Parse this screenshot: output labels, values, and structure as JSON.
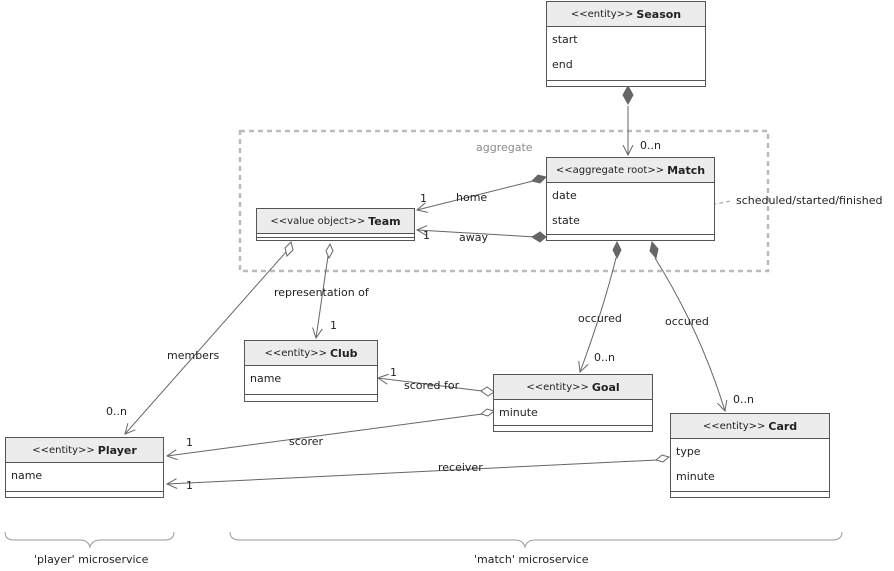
{
  "aggregate_label": "aggregate",
  "classes": {
    "season": {
      "stereotype": "<<entity>>",
      "name": "Season",
      "attributes": [
        "start",
        "end"
      ]
    },
    "match": {
      "stereotype": "<<aggregate root>>",
      "name": "Match",
      "attributes": [
        "date",
        "state"
      ]
    },
    "team": {
      "stereotype": "<<value object>>",
      "name": "Team",
      "attributes": []
    },
    "club": {
      "stereotype": "<<entity>>",
      "name": "Club",
      "attributes": [
        "name"
      ]
    },
    "goal": {
      "stereotype": "<<entity>>",
      "name": "Goal",
      "attributes": [
        "minute"
      ]
    },
    "card": {
      "stereotype": "<<entity>>",
      "name": "Card",
      "attributes": [
        "type",
        "minute"
      ]
    },
    "player": {
      "stereotype": "<<entity>>",
      "name": "Player",
      "attributes": [
        "name"
      ]
    }
  },
  "relations": {
    "season_match": {
      "mult": "0..n"
    },
    "match_home": {
      "label": "home",
      "mult": "1"
    },
    "match_away": {
      "label": "away",
      "mult": "1"
    },
    "team_members": {
      "label": "members",
      "mult": "0..n"
    },
    "team_club": {
      "label": "representation of",
      "mult": "1"
    },
    "match_goal": {
      "label": "occured",
      "mult": "0..n"
    },
    "match_card": {
      "label": "occured",
      "mult": "0..n"
    },
    "goal_club": {
      "label": "scored for",
      "mult": "1"
    },
    "goal_player": {
      "label": "scorer",
      "mult": "1"
    },
    "card_player": {
      "label": "receiver",
      "mult": "1"
    }
  },
  "note": "scheduled/started/finished",
  "microservices": {
    "player": "'player' microservice",
    "match": "'match' microservice"
  }
}
